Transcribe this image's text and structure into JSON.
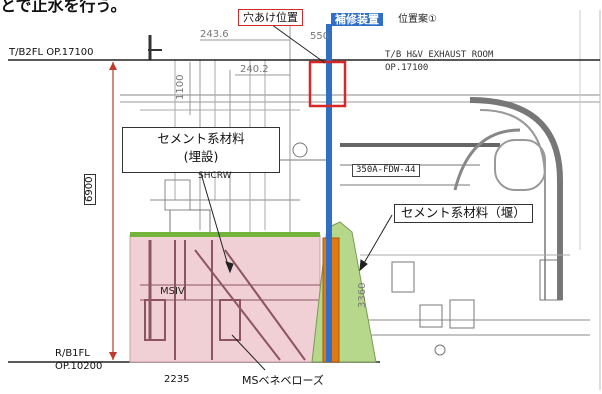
{
  "header": {
    "top_text": "とで止水を行う。"
  },
  "callouts": {
    "hole_position": "穴あけ位置",
    "reinforcement": "補修装置",
    "plan_ref": "位置案①",
    "cement_buried_line1": "セメント系材料",
    "cement_buried_line2": "(埋設)",
    "cement_dam": "セメント系材料（堰）"
  },
  "levels": {
    "top_floor": "T/B2FL  OP.17100",
    "bottom_floor": "R/B1FL",
    "bottom_op": "OP.10200"
  },
  "room": {
    "name": "T/B  H&V  EXHAUST  ROOM",
    "op": "OP.17100"
  },
  "dimensions": {
    "height_total": "6900",
    "d_243": "243.6",
    "d_240": "240.2",
    "d_1100": "1100",
    "d_550": "550",
    "d_3360": "3360",
    "d_2235": "2235"
  },
  "equipment": {
    "pipe": "350A-FDW-44",
    "valve_tag": "SHCRW",
    "msiv": "MSIV",
    "bellows": "MSベネベローズ"
  },
  "colors": {
    "blue_pipe": "#2f6fc8",
    "red_frame": "#d62828",
    "orange_fill": "#e07a10",
    "green_fill": "#b6d88a",
    "green_top": "#74b43a",
    "pink_zone": "#f0d0d4"
  }
}
